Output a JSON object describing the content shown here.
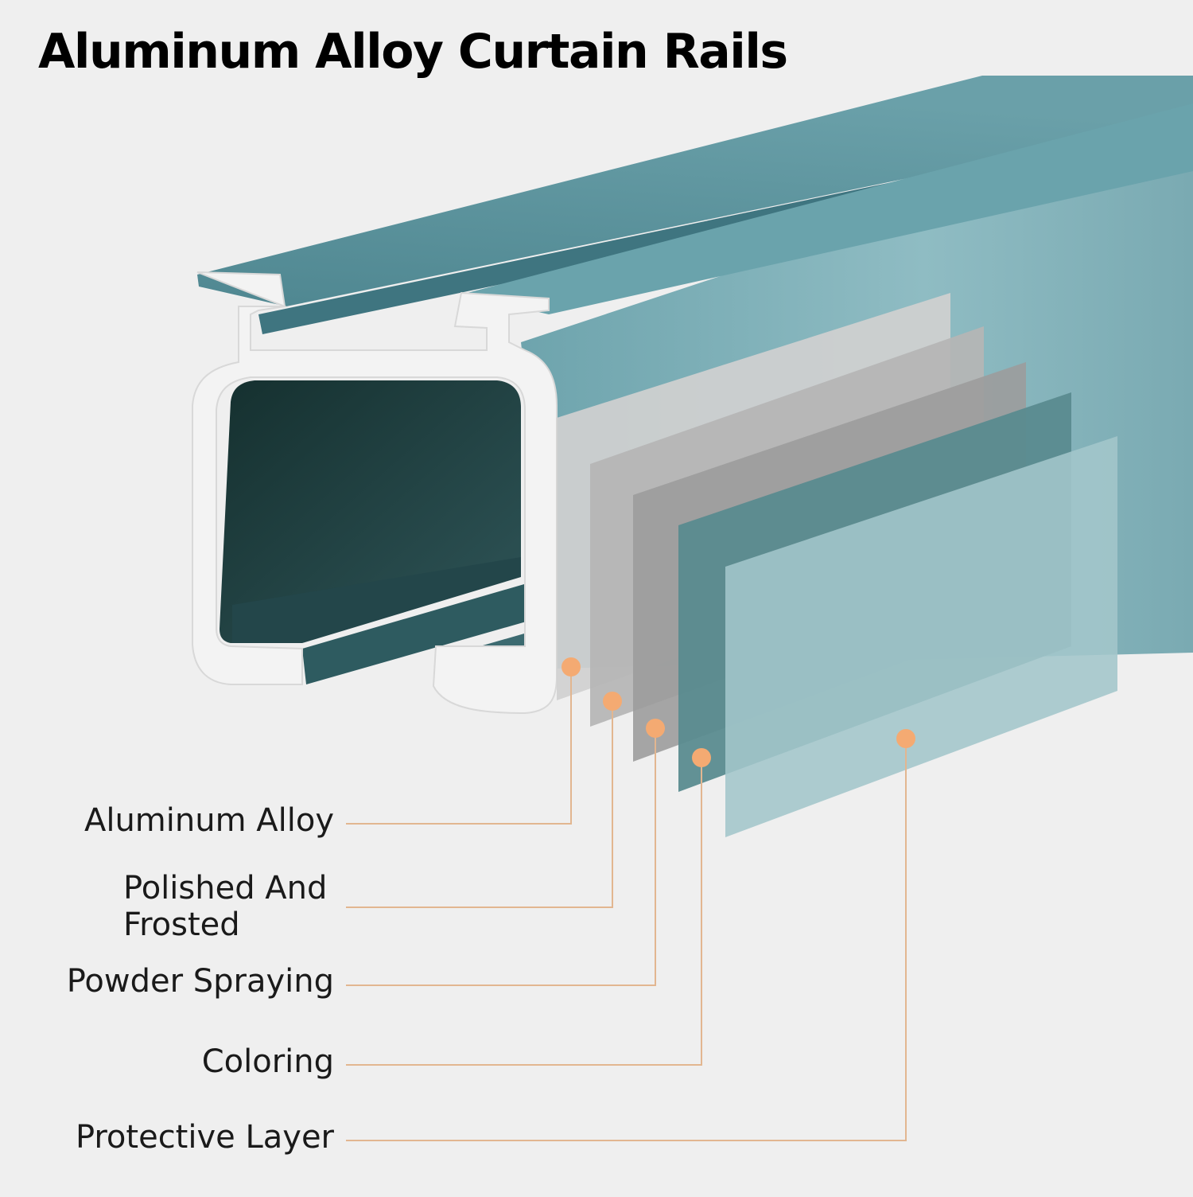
{
  "title": "Aluminum Alloy Curtain Rails",
  "colors": {
    "background": "#efefef",
    "rail": "#5f97a1",
    "rail_highlight": "#8fb9c1",
    "profile": "#f2f2f2",
    "interior": "#1f3a3c",
    "layer_aluminum": "#cfcfcf",
    "layer_polished": "#a9a9a9",
    "layer_powder": "#9a9a9a",
    "layer_coloring": "#5a8a8e",
    "layer_protective": "#9dbfc4",
    "marker": "#f4a86a",
    "leader_line": "#e0b48c"
  },
  "layers": [
    {
      "label_lines": [
        "Aluminum Alloy"
      ]
    },
    {
      "label_lines": [
        "Polished And",
        "Frosted"
      ]
    },
    {
      "label_lines": [
        "Powder Spraying"
      ]
    },
    {
      "label_lines": [
        "Coloring"
      ]
    },
    {
      "label_lines": [
        "Protective Layer"
      ]
    }
  ]
}
